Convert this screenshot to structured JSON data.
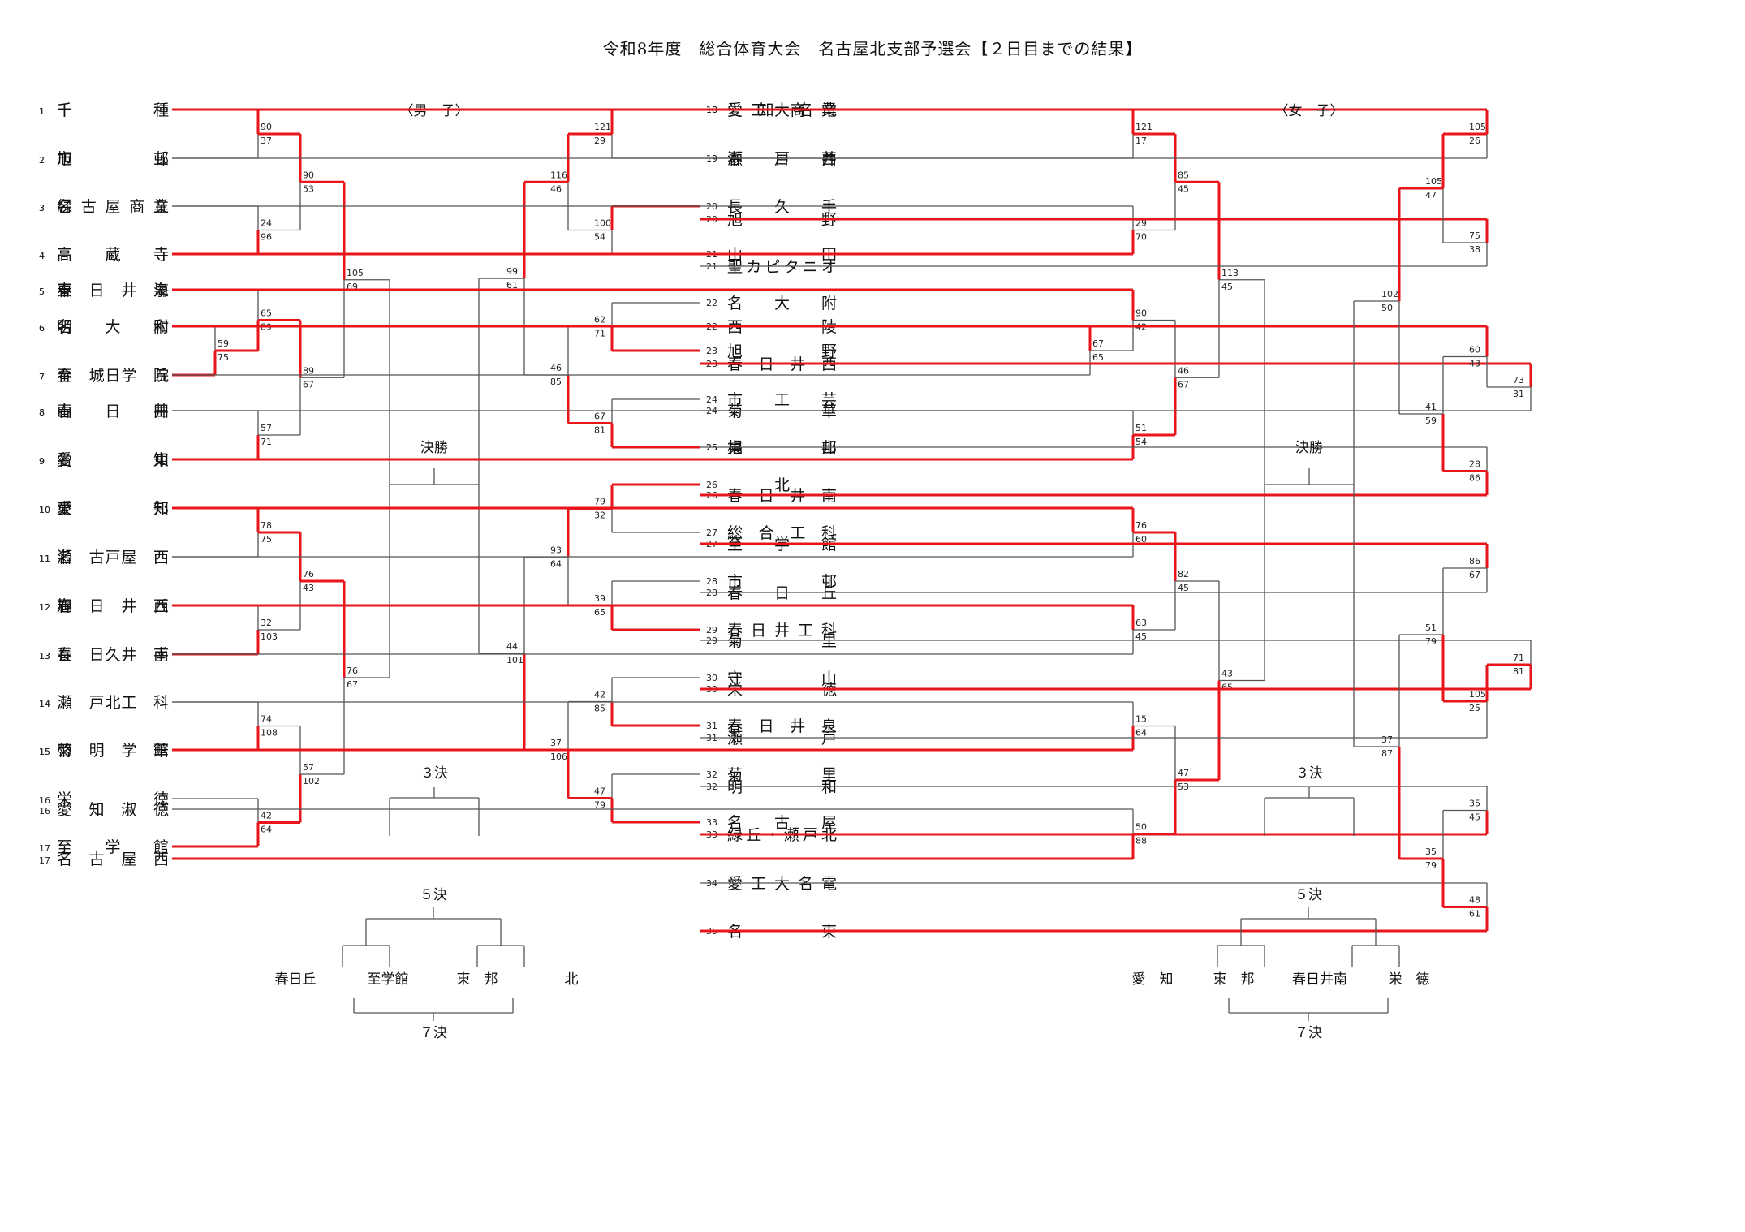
{
  "title": "令和8年度　総合体育大会　名古屋北支部予選会【２日目までの結果】",
  "sections": [
    {
      "label": "〈男　子〉",
      "final_label": "決勝",
      "third_label": "３決",
      "fifth_label": "５決",
      "seventh_label": "７決",
      "placement_teams": [
        "春日丘",
        "至学館",
        "東　邦",
        "北"
      ],
      "left_teams": [
        {
          "no": "1",
          "name": "千　　　種"
        },
        {
          "no": "2",
          "name": "旭　　　丘"
        },
        {
          "no": "3",
          "name": "緑　　　丘"
        },
        {
          "no": "4",
          "name": "高　蔵　寺"
        },
        {
          "no": "5",
          "name": "東　　　海"
        },
        {
          "no": "6",
          "name": "明　　　和"
        },
        {
          "no": "7",
          "name": "春　日　丘"
        },
        {
          "no": "8",
          "name": "春　日　井"
        },
        {
          "no": "9",
          "name": "名　　　東"
        },
        {
          "no": "10",
          "name": "愛　　　知"
        },
        {
          "no": "11",
          "name": "名古屋西"
        },
        {
          "no": "12",
          "name": "春日井西"
        },
        {
          "no": "13",
          "name": "春日井南"
        },
        {
          "no": "14",
          "name": "瀬戸工科"
        },
        {
          "no": "15",
          "name": "菊　　　華"
        },
        {
          "no": "16",
          "name": "栄　　　徳"
        },
        {
          "no": "17",
          "name": "至　学　館"
        }
      ],
      "right_teams": [
        {
          "no": "18",
          "name": "愛工大名電"
        },
        {
          "no": "19",
          "name": "瀬　戸　西"
        },
        {
          "no": "20",
          "name": "長　久　手"
        },
        {
          "no": "21",
          "name": "山　　　田"
        },
        {
          "no": "22",
          "name": "名　大　附"
        },
        {
          "no": "23",
          "name": "旭　　　野"
        },
        {
          "no": "24",
          "name": "市　工　芸"
        },
        {
          "no": "25",
          "name": "東　　　邦"
        },
        {
          "no": "26",
          "name": "北"
        },
        {
          "no": "27",
          "name": "総合工科"
        },
        {
          "no": "28",
          "name": "市　　　邨"
        },
        {
          "no": "29",
          "name": "春日井工科"
        },
        {
          "no": "30",
          "name": "守　　　山"
        },
        {
          "no": "31",
          "name": "春日井泉"
        },
        {
          "no": "32",
          "name": "菊　　　里"
        },
        {
          "no": "33",
          "name": "名　古　屋"
        }
      ],
      "scores": {
        "L_m1": [
          "90",
          "37"
        ],
        "L_m2": [
          "24",
          "96"
        ],
        "L_m3": [
          "59",
          "75"
        ],
        "L_m4": [
          "65",
          "89"
        ],
        "L_m5": [
          "57",
          "71"
        ],
        "L_m6": [
          "78",
          "75"
        ],
        "L_m7": [
          "32",
          "103"
        ],
        "L_m8": [
          "74",
          "108"
        ],
        "L_m9": [
          "42",
          "64"
        ],
        "L_q1": [
          "90",
          "53"
        ],
        "L_q2": [
          "89",
          "67"
        ],
        "L_q3": [
          "76",
          "43"
        ],
        "L_q4": [
          "57",
          "102"
        ],
        "L_s1": [
          "105",
          "69"
        ],
        "L_s2": [
          "76",
          "67"
        ],
        "R_m1": [
          "121",
          "29"
        ],
        "R_m2": [
          "100",
          "54"
        ],
        "R_m3": [
          "62",
          "71"
        ],
        "R_m4": [
          "67",
          "81"
        ],
        "R_m5": [
          "79",
          "32"
        ],
        "R_m6": [
          "39",
          "65"
        ],
        "R_m7": [
          "42",
          "85"
        ],
        "R_m8": [
          "47",
          "79"
        ],
        "R_q1": [
          "116",
          "46"
        ],
        "R_q2": [
          "46",
          "85"
        ],
        "R_q3": [
          "93",
          "64"
        ],
        "R_q4": [
          "37",
          "106"
        ],
        "R_s1": [
          "99",
          "61"
        ],
        "R_s2": [
          "44",
          "101"
        ]
      }
    },
    {
      "label": "〈女　子〉",
      "final_label": "決勝",
      "third_label": "３決",
      "fifth_label": "５決",
      "seventh_label": "７決",
      "placement_teams": [
        "愛　知",
        "東　邦",
        "春日井南",
        "栄　徳"
      ],
      "left_teams": [
        {
          "no": "1",
          "name": "千　　　種"
        },
        {
          "no": "2",
          "name": "市　　　邨"
        },
        {
          "no": "3",
          "name": "名古屋商業"
        },
        {
          "no": "4",
          "name": "高　蔵　寺"
        },
        {
          "no": "5",
          "name": "春日井泉"
        },
        {
          "no": "6",
          "name": "名　大　附"
        },
        {
          "no": "7",
          "name": "金城学院"
        },
        {
          "no": "8",
          "name": "山　　　田"
        },
        {
          "no": "9",
          "name": "愛　　　知"
        },
        {
          "no": "10",
          "name": "東　　　邦"
        },
        {
          "no": "11",
          "name": "瀬　戸　西"
        },
        {
          "no": "12",
          "name": "旭　　　丘"
        },
        {
          "no": "13",
          "name": "長　久　手"
        },
        {
          "no": "14",
          "name": "北"
        },
        {
          "no": "15",
          "name": "啓明学館"
        },
        {
          "no": "16",
          "name": "愛知淑徳"
        },
        {
          "no": "17",
          "name": "名古屋西"
        }
      ],
      "right_teams": [
        {
          "no": "18",
          "name": "愛知商業"
        },
        {
          "no": "19",
          "name": "春　日　井"
        },
        {
          "no": "20",
          "name": "旭　　　野"
        },
        {
          "no": "21",
          "name": "聖カピタニオ"
        },
        {
          "no": "22",
          "name": "西　　　陵"
        },
        {
          "no": "23",
          "name": "春日井西"
        },
        {
          "no": "24",
          "name": "菊　　　華"
        },
        {
          "no": "25",
          "name": "椙　　　山"
        },
        {
          "no": "26",
          "name": "春日井南"
        },
        {
          "no": "27",
          "name": "至　学　館"
        },
        {
          "no": "28",
          "name": "春　日　丘"
        },
        {
          "no": "29",
          "name": "菊　　　里"
        },
        {
          "no": "30",
          "name": "栄　　　徳"
        },
        {
          "no": "31",
          "name": "瀬　　　戸"
        },
        {
          "no": "32",
          "name": "明　　　和"
        },
        {
          "no": "33",
          "name": "緑丘・瀬戸北"
        },
        {
          "no": "34",
          "name": "愛工大名電"
        },
        {
          "no": "35",
          "name": "名　　　東"
        }
      ],
      "scores": {
        "L_m1": [
          "121",
          "17"
        ],
        "L_m2": [
          "29",
          "70"
        ],
        "L_m3": [
          "67",
          "65"
        ],
        "L_m4": [
          "90",
          "42"
        ],
        "L_m5": [
          "51",
          "54"
        ],
        "L_m6": [
          "76",
          "60"
        ],
        "L_m7": [
          "63",
          "45"
        ],
        "L_m8": [
          "15",
          "64"
        ],
        "L_m9": [
          "50",
          "88"
        ],
        "L_q1": [
          "85",
          "45"
        ],
        "L_q2": [
          "46",
          "67"
        ],
        "L_q3": [
          "82",
          "45"
        ],
        "L_q4": [
          "47",
          "53"
        ],
        "L_s1": [
          "113",
          "45"
        ],
        "L_s2": [
          "43",
          "65"
        ],
        "R_m1": [
          "105",
          "26"
        ],
        "R_m2": [
          "75",
          "38"
        ],
        "R_m3": [
          "73",
          "31"
        ],
        "R_m4": [
          "60",
          "43"
        ],
        "R_m5": [
          "28",
          "86"
        ],
        "R_m6": [
          "86",
          "67"
        ],
        "R_m7": [
          "71",
          "81"
        ],
        "R_m8": [
          "105",
          "25"
        ],
        "R_m9": [
          "35",
          "45"
        ],
        "R_m10": [
          "48",
          "61"
        ],
        "R_q1": [
          "105",
          "47"
        ],
        "R_q2": [
          "41",
          "59"
        ],
        "R_q3": [
          "51",
          "79"
        ],
        "R_q4": [
          "35",
          "79"
        ],
        "R_s1": [
          "102",
          "50"
        ],
        "R_s2": [
          "37",
          "87"
        ]
      }
    }
  ]
}
